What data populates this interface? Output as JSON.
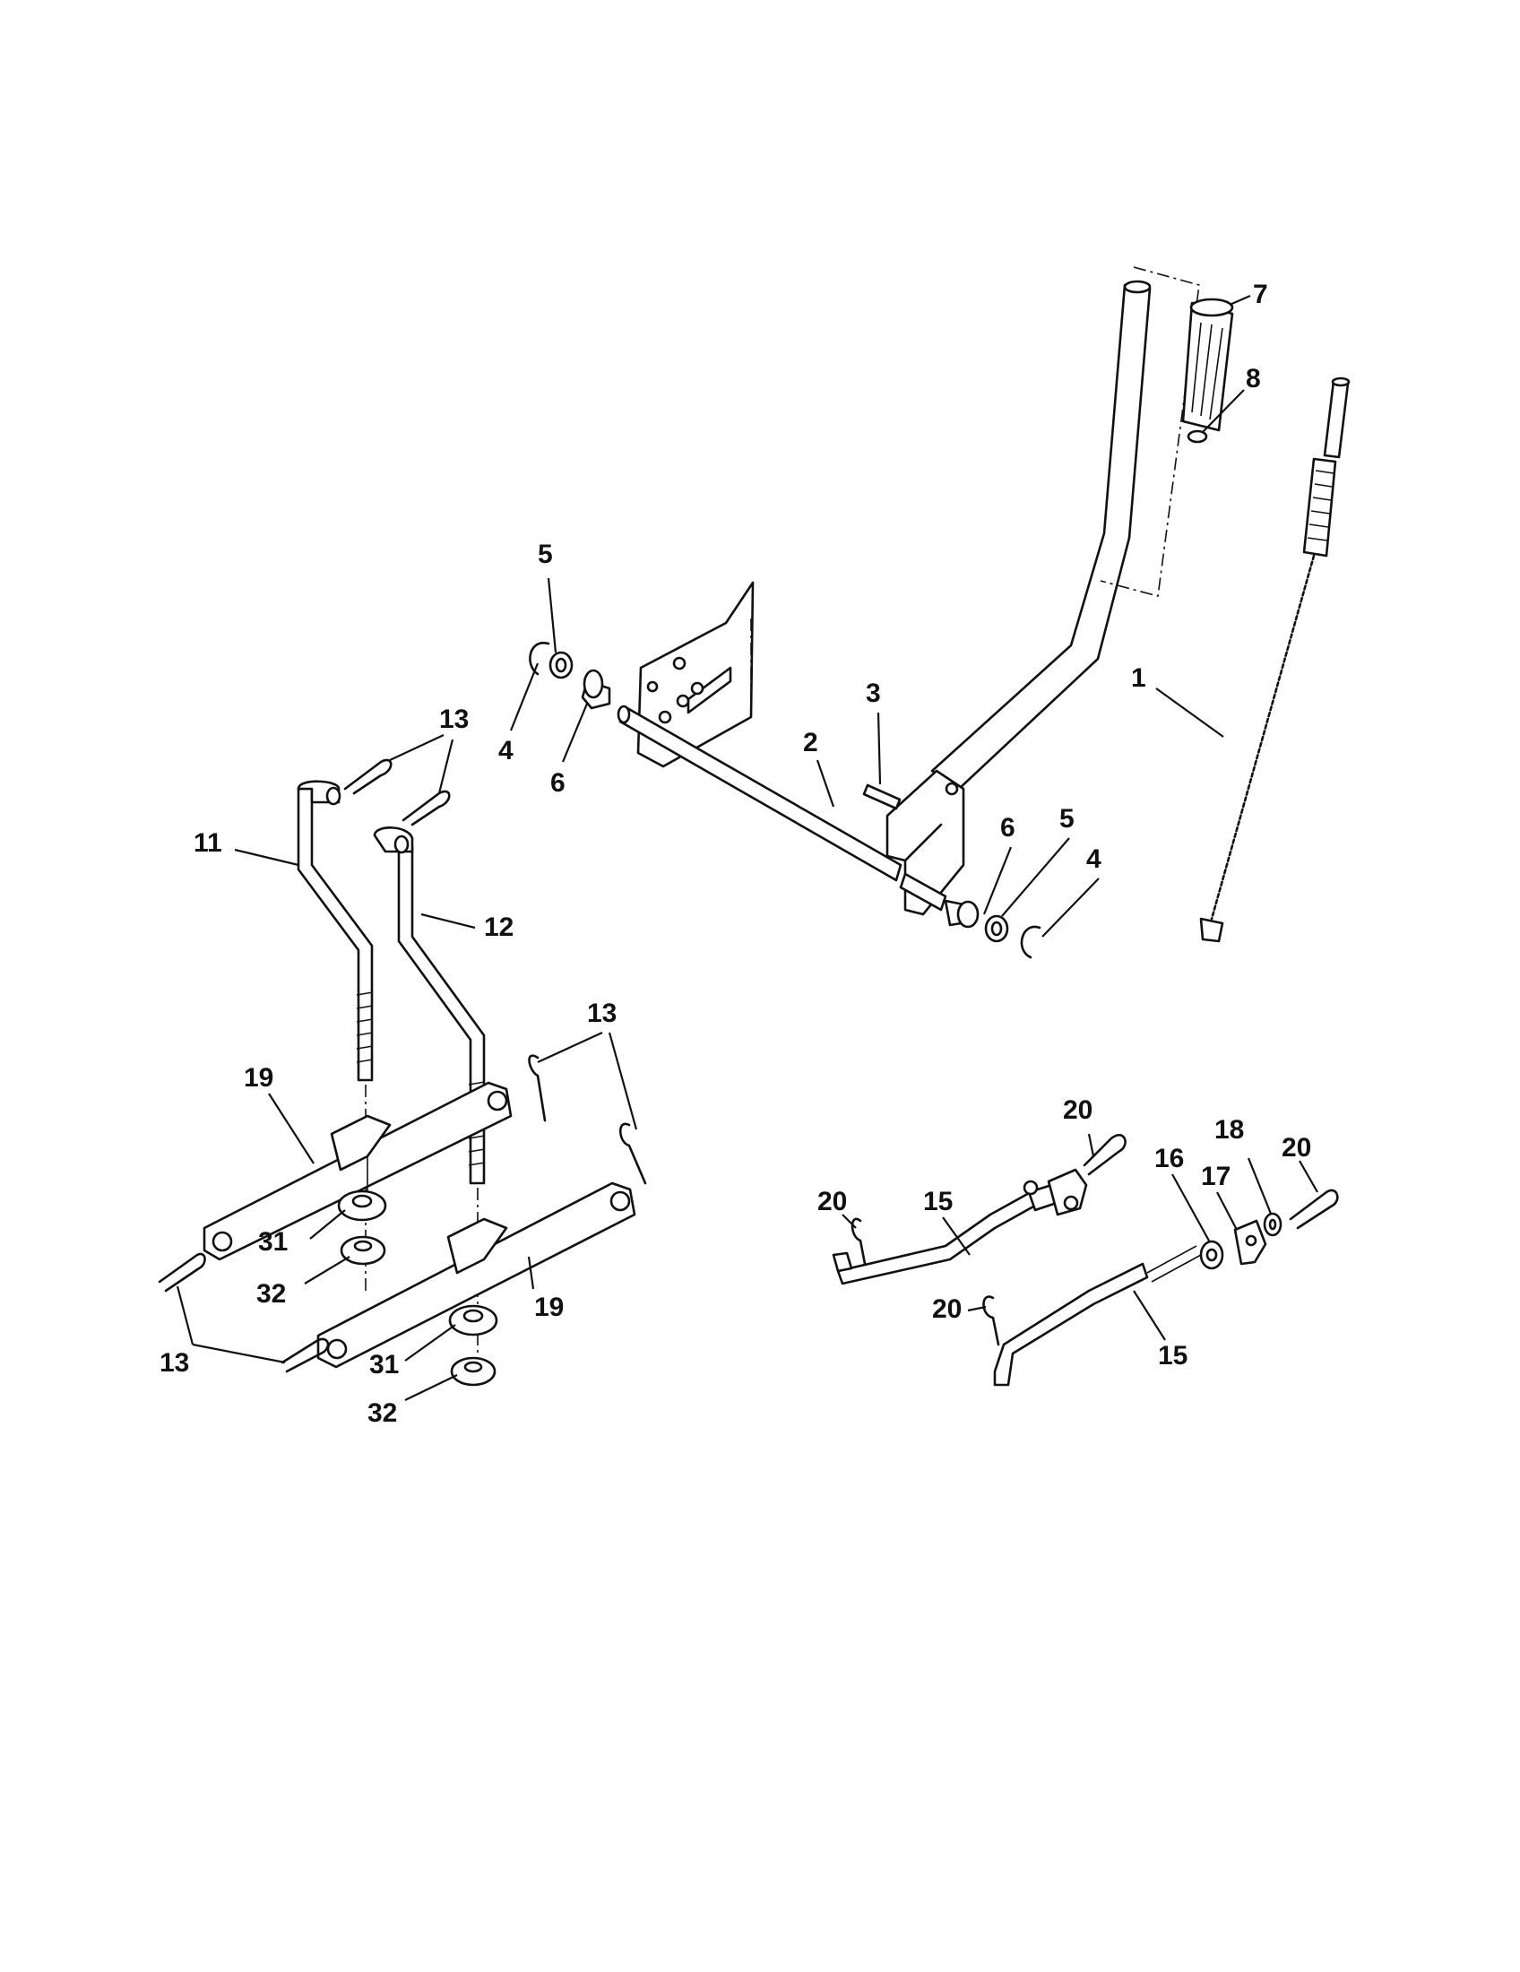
{
  "callouts": [
    {
      "id": "c7",
      "text": "7"
    },
    {
      "id": "c8",
      "text": "8"
    },
    {
      "id": "c1",
      "text": "1"
    },
    {
      "id": "c5a",
      "text": "5"
    },
    {
      "id": "c4a",
      "text": "4"
    },
    {
      "id": "c6a",
      "text": "6"
    },
    {
      "id": "c3",
      "text": "3"
    },
    {
      "id": "c2",
      "text": "2"
    },
    {
      "id": "c6b",
      "text": "6"
    },
    {
      "id": "c5b",
      "text": "5"
    },
    {
      "id": "c4b",
      "text": "4"
    },
    {
      "id": "c13a",
      "text": "13"
    },
    {
      "id": "c11",
      "text": "11"
    },
    {
      "id": "c12",
      "text": "12"
    },
    {
      "id": "c13b",
      "text": "13"
    },
    {
      "id": "c19a",
      "text": "19"
    },
    {
      "id": "c31a",
      "text": "31"
    },
    {
      "id": "c32a",
      "text": "32"
    },
    {
      "id": "c19b",
      "text": "19"
    },
    {
      "id": "c13c",
      "text": "13"
    },
    {
      "id": "c31b",
      "text": "31"
    },
    {
      "id": "c32b",
      "text": "32"
    },
    {
      "id": "c20a",
      "text": "20"
    },
    {
      "id": "c20b",
      "text": "20"
    },
    {
      "id": "c15a",
      "text": "15"
    },
    {
      "id": "c16",
      "text": "16"
    },
    {
      "id": "c17",
      "text": "17"
    },
    {
      "id": "c18",
      "text": "18"
    },
    {
      "id": "c20c",
      "text": "20"
    },
    {
      "id": "c20d",
      "text": "20"
    },
    {
      "id": "c15b",
      "text": "15"
    }
  ]
}
